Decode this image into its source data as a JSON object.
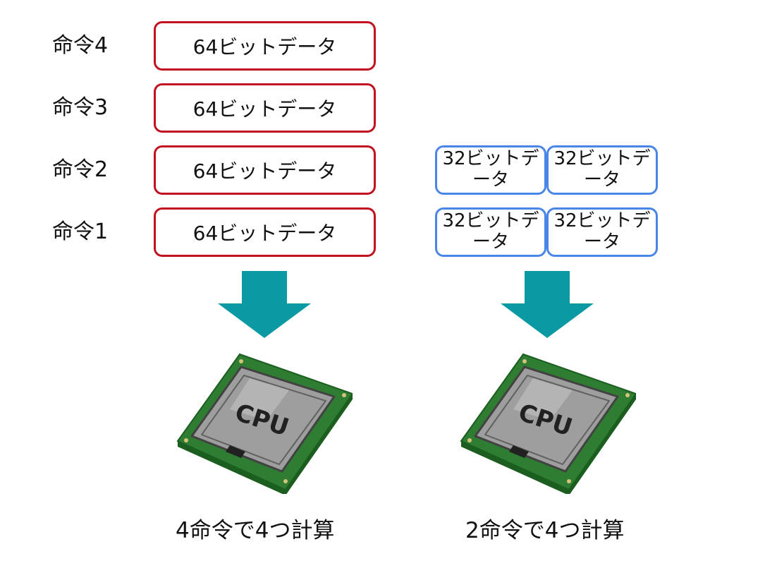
{
  "left": {
    "instructions": [
      {
        "label": "命令4",
        "data": "64ビットデータ"
      },
      {
        "label": "命令3",
        "data": "64ビットデータ"
      },
      {
        "label": "命令2",
        "data": "64ビットデータ"
      },
      {
        "label": "命令1",
        "data": "64ビットデータ"
      }
    ],
    "cpu_text": "CPU",
    "caption": "4命令で4つ計算"
  },
  "right": {
    "rows": [
      [
        "32ビットデータ",
        "32ビットデータ"
      ],
      [
        "32ビットデータ",
        "32ビットデータ"
      ]
    ],
    "cpu_text": "CPU",
    "caption": "2命令で4つ計算"
  },
  "colors": {
    "red_border": "#c1121f",
    "blue_border": "#4a86e8",
    "arrow": "#0b9aa4",
    "board": "#2e7d32",
    "chip": "#9e9e9e"
  }
}
